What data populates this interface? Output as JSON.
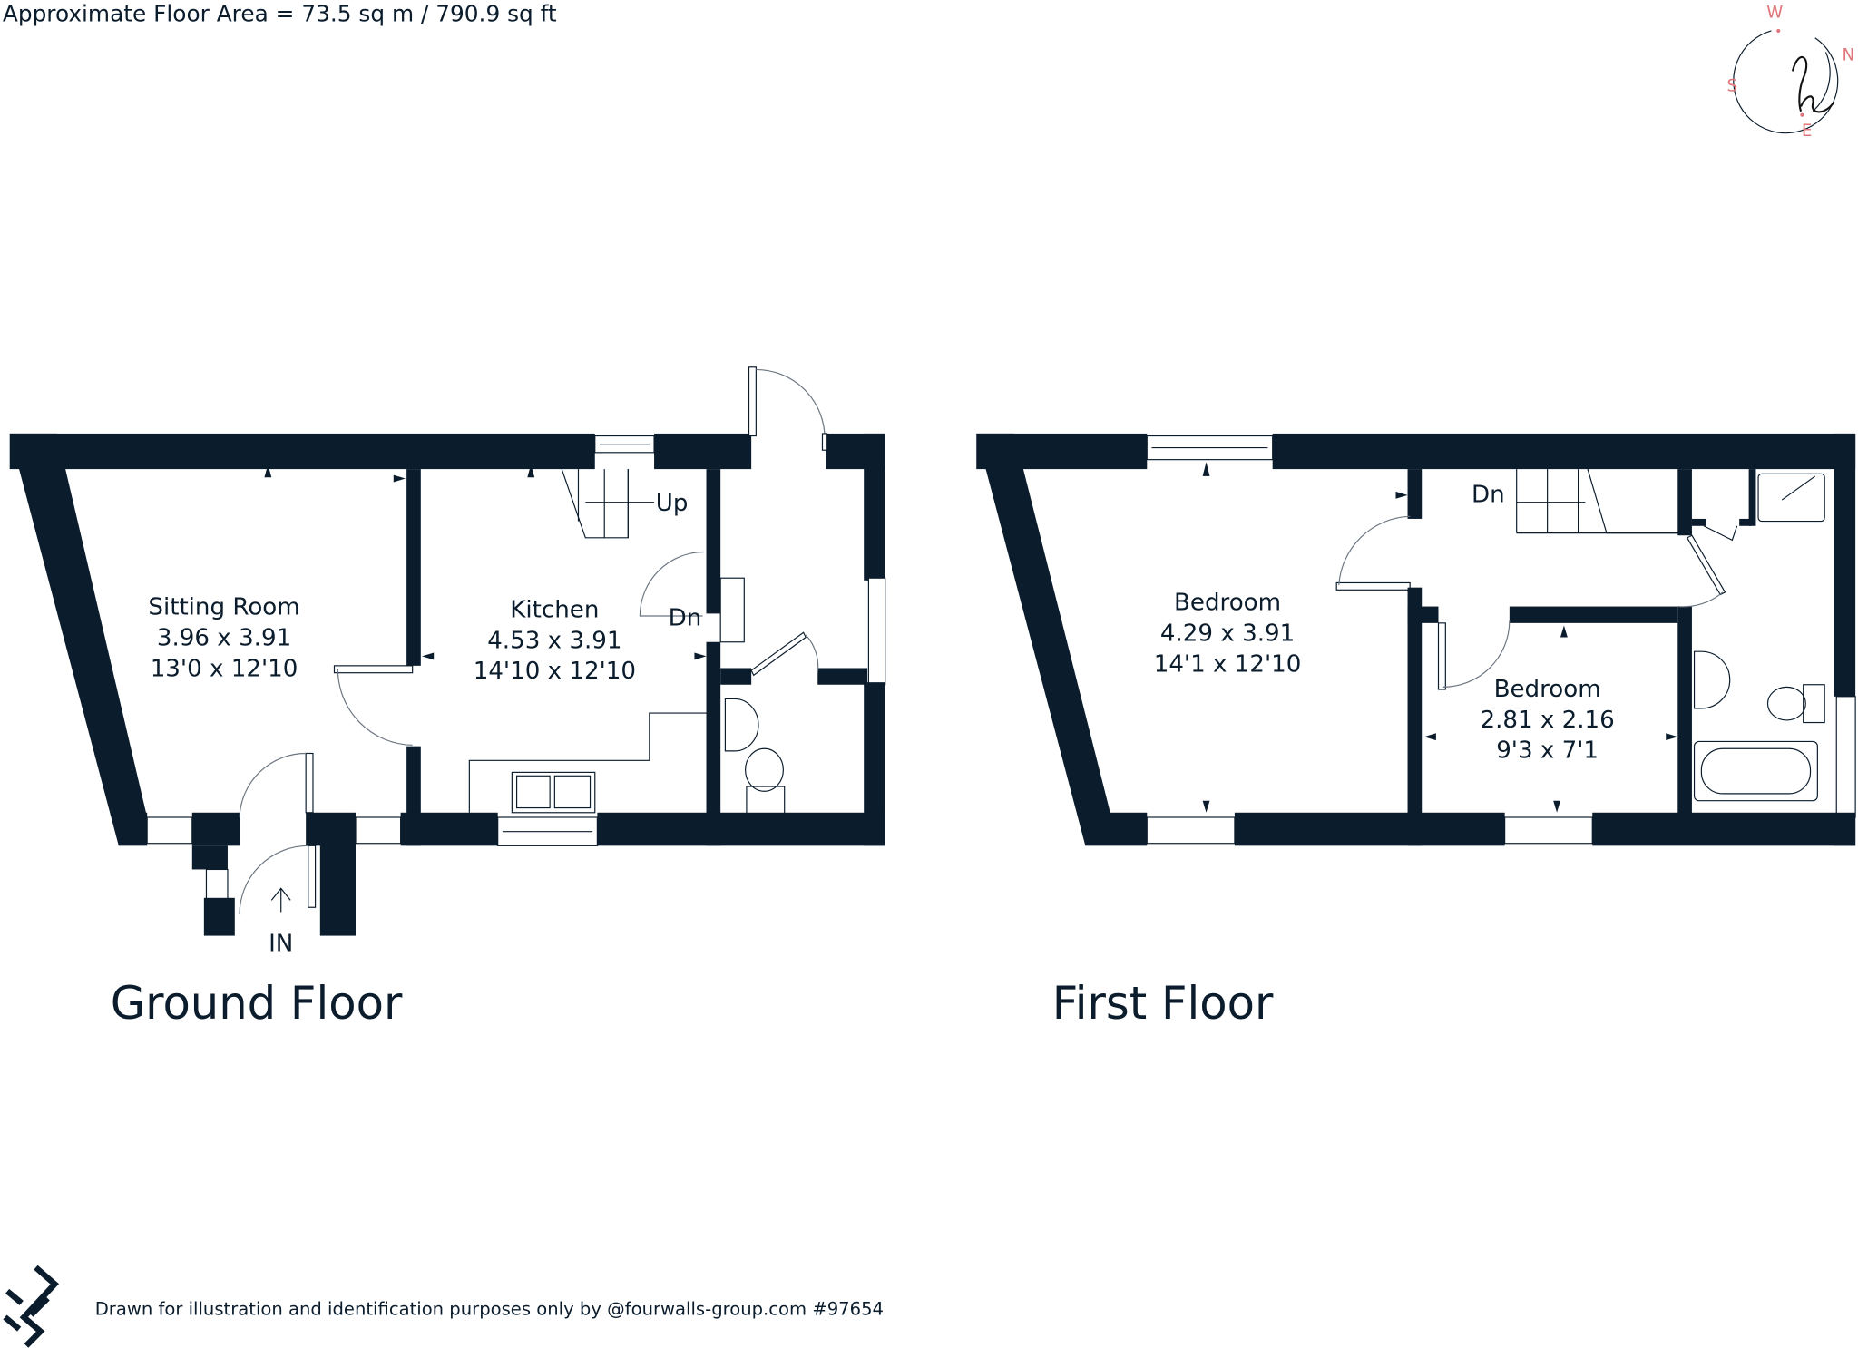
{
  "header": {
    "floor_area": "Approximate Floor Area = 73.5 sq m / 790.9 sq ft"
  },
  "compass": {
    "north": "N",
    "south": "S",
    "east": "E",
    "west": "W",
    "logo_glyph": "h",
    "accent_color": "#e0767b"
  },
  "ground_floor": {
    "title": "Ground Floor",
    "rooms": [
      {
        "name": "Sitting Room",
        "metric": "3.96 x 3.91",
        "imperial": "13'0 x 12'10"
      },
      {
        "name": "Kitchen",
        "metric": "4.53 x 3.91",
        "imperial": "14'10 x 12'10"
      }
    ],
    "stairs_up": "Up",
    "stairs_down": "Dn",
    "entrance": "IN"
  },
  "first_floor": {
    "title": "First Floor",
    "rooms": [
      {
        "name": "Bedroom",
        "metric": "4.29 x 3.91",
        "imperial": "14'1 x 12'10"
      },
      {
        "name": "Bedroom",
        "metric": "2.81 x 2.16",
        "imperial": "9'3 x 7'1"
      }
    ],
    "stairs_down": "Dn"
  },
  "footer": {
    "disclaimer": "Drawn for illustration and identification purposes only by @fourwalls-group.com #97654"
  },
  "colors": {
    "wall": "#0b1c2c",
    "compass_accent": "#e0767b",
    "background": "#ffffff"
  }
}
